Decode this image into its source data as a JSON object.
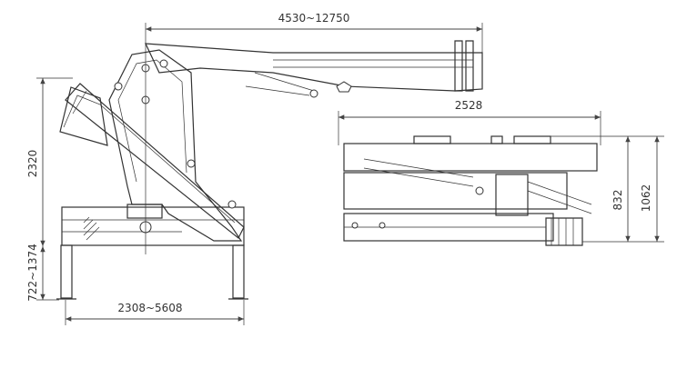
{
  "dimensions": {
    "outreach": "4530~12750",
    "width_top_view": "2528",
    "height": "2320",
    "leg_height": "722~1374",
    "leg_span": "2308~5608",
    "folded_height_inner": "832",
    "folded_height_outer": "1062"
  }
}
